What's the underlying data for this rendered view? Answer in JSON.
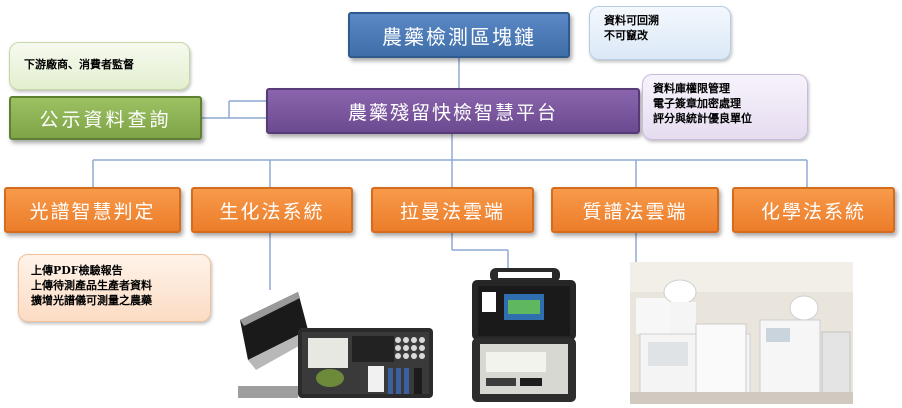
{
  "top": {
    "title": "農藥檢測區塊鏈"
  },
  "note_top_right": {
    "lines": [
      "資料可回溯",
      "不可竄改"
    ]
  },
  "note_left": {
    "lines": [
      "下游廠商、消費者監督"
    ]
  },
  "public_query": {
    "label": "公示資料查詢"
  },
  "platform": {
    "label": "農藥殘留快檢智慧平台"
  },
  "note_platform": {
    "lines": [
      "資料庫權限管理",
      "電子簽章加密處理",
      "評分與統計優良單位"
    ]
  },
  "systems": [
    {
      "label": "光譜智慧判定"
    },
    {
      "label": "生化法系統"
    },
    {
      "label": "拉曼法雲端"
    },
    {
      "label": "質譜法雲端"
    },
    {
      "label": "化學法系統"
    }
  ],
  "note_spectrum": {
    "lines": [
      "上傳PDF檢驗報告",
      "上傳待測產品生產者資料",
      "擴增光譜儀可測量之農藥"
    ]
  },
  "images": {
    "biochem_kit": "biochemical test kit case",
    "raman_device": "portable raman analyzer case",
    "mass_spec": "mass spectrometry laboratory instruments"
  },
  "colors": {
    "blue": "#4a7ab8",
    "purple": "#7b57a0",
    "green": "#8db254",
    "orange": "#f08a38",
    "line": "#8eaad2"
  }
}
